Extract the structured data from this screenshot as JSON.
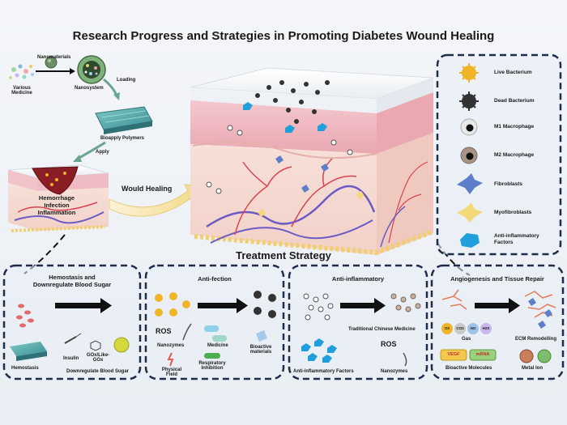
{
  "title": "Research Progress and Strategies in Promoting Diabetes Wound Healing",
  "subtitle": "Treatment Strategy",
  "top_left": {
    "various_medicine": [
      "Various",
      "Medicine"
    ],
    "nanomaterials": "Nanomaterials",
    "nanosystem": "Nanosystem",
    "loading": "Loading",
    "bioapply_polymers": "Bioapply Polymers",
    "apply": "Apply",
    "wound_labels": [
      "Hemorrhage",
      "Infection",
      "Inflammation"
    ],
    "would_healing": "Would Healing"
  },
  "legend": {
    "items": [
      {
        "label": "Live Bacterium",
        "icon": "live-bacterium-icon",
        "color": "#f0b428"
      },
      {
        "label": "Dead Bacterium",
        "icon": "dead-bacterium-icon",
        "color": "#333333"
      },
      {
        "label": "M1 Macrophage",
        "icon": "m1-macrophage-icon",
        "color": "#e8e8e8"
      },
      {
        "label": "M2 Macrophage",
        "icon": "m2-macrophage-icon",
        "color": "#a89486"
      },
      {
        "label": "Fibroblasts",
        "icon": "fibroblast-icon",
        "color": "#5d7fc9"
      },
      {
        "label": "Myofibroblasts",
        "icon": "myofibroblast-icon",
        "color": "#f3d97a"
      },
      {
        "label": "Anti-inflammatory Factors",
        "icon": "anti-inflammatory-factor-icon",
        "color": "#1fa0dc"
      }
    ]
  },
  "strategies": {
    "hemostasis": {
      "title": [
        "Hemostasis and",
        "Downregulate Blood Sugar"
      ],
      "hemostasis": "Hemostasis",
      "insulin": "Insulin",
      "gox": [
        "GOx/Like-",
        "GOx"
      ],
      "downregulate": "Downregulate Blood Sugar"
    },
    "antifection": {
      "title": "Anti-fection",
      "ros": "ROS",
      "nanozymes": "Nanozymes",
      "medicine": "Medicine",
      "physical_field": [
        "Physical",
        "Field"
      ],
      "respiratory_inhibition": [
        "Respiratory",
        "Inhibition"
      ],
      "bioactive_materials": [
        "Bioactive",
        "materials"
      ]
    },
    "antiinflammatory": {
      "title": "Anti-inflammatory",
      "tcm": "Traditional Chinese Medicine",
      "ros": "ROS",
      "factors": "Anti-inflammatory Factors",
      "nanozymes": "Nanozymes"
    },
    "angiogenesis": {
      "title": "Angiogenesis and Tissue Repair",
      "gases": [
        "O2",
        "CO2",
        "NO",
        "H2S"
      ],
      "gas": "Gas",
      "ecm": "ECM Remodelling",
      "vegf": "VEGF",
      "mrna": "mRNA",
      "bioactive_molecules": "Bioactive Molecules",
      "metal_ion": "Metal Ion"
    }
  },
  "colors": {
    "frame": "#1f2d4d",
    "skin_pink": "#f2c3c8",
    "dermis": "#f6ddd9",
    "vessel_red": "#d9434f",
    "vessel_purple": "#6b5bc4",
    "arrow": "#111111"
  }
}
